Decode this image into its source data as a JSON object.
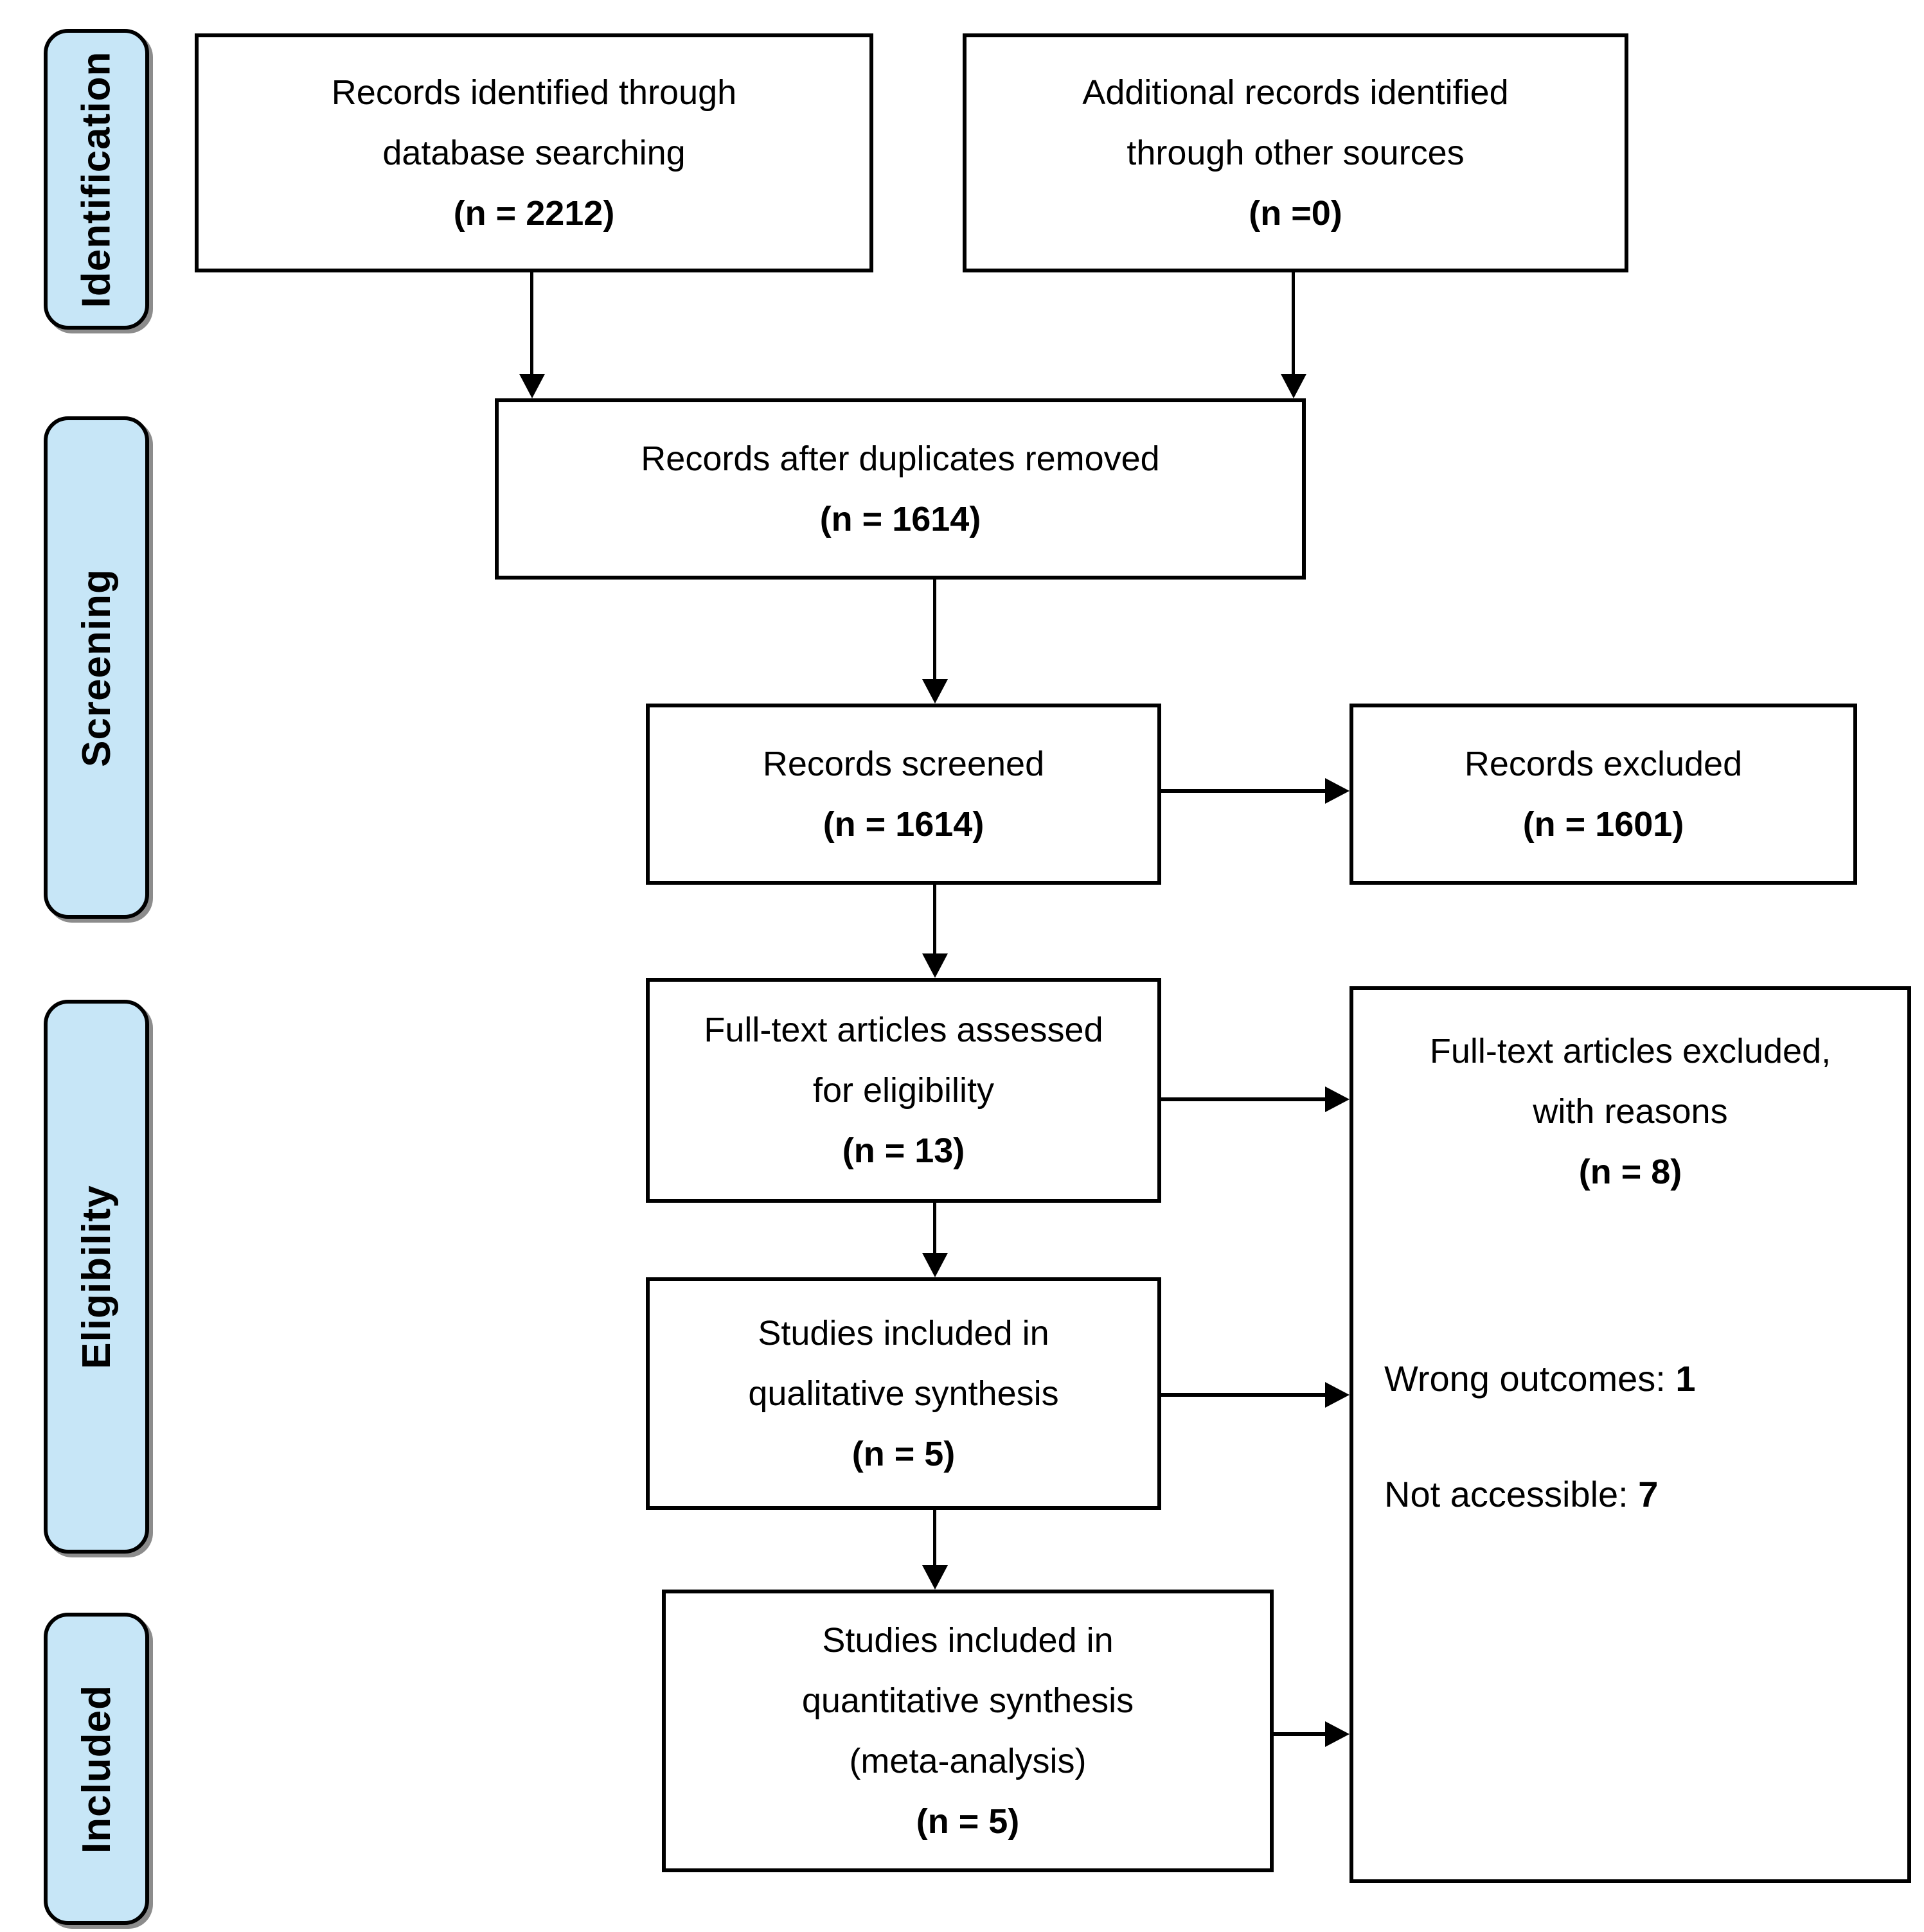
{
  "colors": {
    "stage_fill": "#C7E6F7",
    "stroke": "#000000",
    "text": "#000000",
    "background": "#FFFFFF"
  },
  "stages": {
    "identification": "Identification",
    "screening": "Screening",
    "eligibility": "Eligibility",
    "included": "Included"
  },
  "boxes": {
    "records_identified": {
      "line1": "Records identified through",
      "line2": "database searching",
      "count": "(n = 2212)"
    },
    "additional_records": {
      "line1": "Additional records identified",
      "line2": "through other sources",
      "count": "(n =0)"
    },
    "duplicates_removed": {
      "line1": "Records after duplicates removed",
      "count": "(n = 1614)"
    },
    "records_screened": {
      "line1": "Records screened",
      "count": "(n = 1614)"
    },
    "records_excluded": {
      "line1": "Records excluded",
      "count": "(n = 1601)"
    },
    "fulltext_assessed": {
      "line1": "Full-text articles assessed",
      "line2": "for eligibility",
      "count": "(n = 13)"
    },
    "fulltext_excluded": {
      "line1": "Full-text articles excluded,",
      "line2": "with reasons",
      "count": "(n = 8)",
      "reasons": {
        "wrong_outcomes": {
          "label": "Wrong outcomes: ",
          "value": "1"
        },
        "not_accessible": {
          "label": "Not accessible: ",
          "value": "7"
        }
      }
    },
    "qualitative": {
      "line1": "Studies included in",
      "line2": "qualitative synthesis",
      "count": "(n = 5)"
    },
    "quantitative": {
      "line1": "Studies included in",
      "line2": "quantitative synthesis",
      "line3": "(meta-analysis)",
      "count": "(n = 5)"
    }
  },
  "connections": [
    {
      "from": "records_identified",
      "to": "duplicates_removed"
    },
    {
      "from": "additional_records",
      "to": "duplicates_removed"
    },
    {
      "from": "duplicates_removed",
      "to": "records_screened"
    },
    {
      "from": "records_screened",
      "to": "records_excluded"
    },
    {
      "from": "records_screened",
      "to": "fulltext_assessed"
    },
    {
      "from": "fulltext_assessed",
      "to": "fulltext_excluded"
    },
    {
      "from": "fulltext_assessed",
      "to": "qualitative"
    },
    {
      "from": "qualitative",
      "to": "fulltext_excluded"
    },
    {
      "from": "qualitative",
      "to": "quantitative"
    },
    {
      "from": "quantitative",
      "to": "fulltext_excluded"
    }
  ]
}
